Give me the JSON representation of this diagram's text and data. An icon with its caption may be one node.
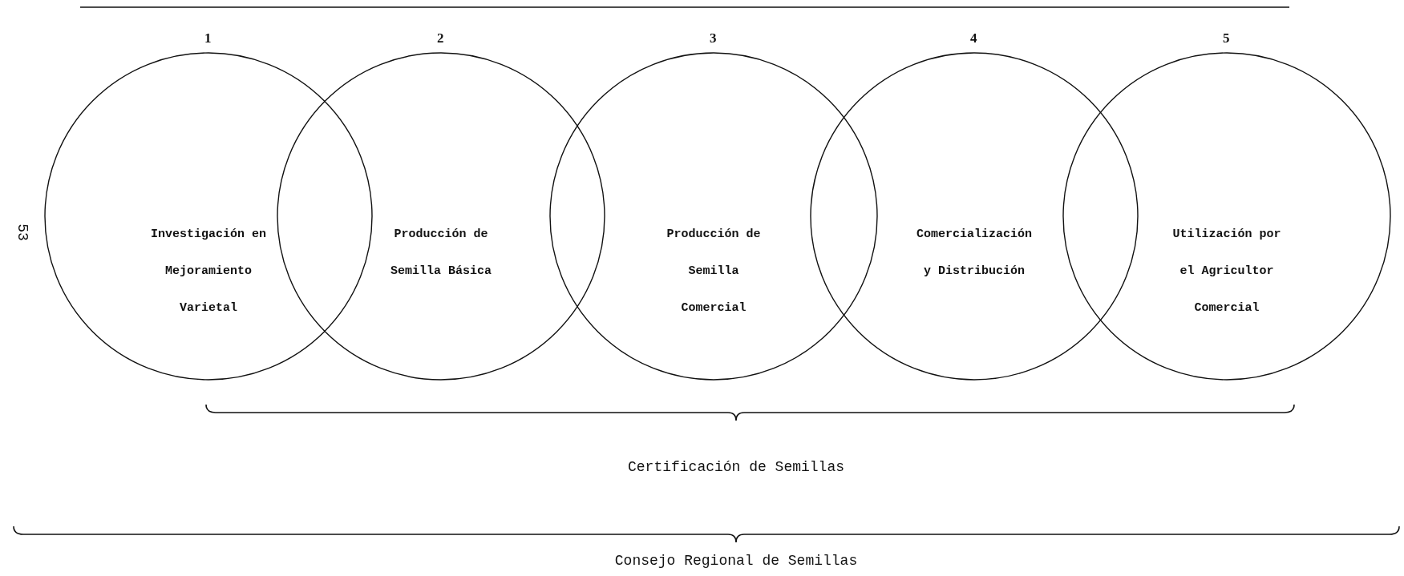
{
  "diagram": {
    "nodes": [
      {
        "text": [
          "Investigación en Mejoramiento Varietal"
        ],
        "beside": [
          "1"
        ]
      },
      {
        "text": [
          "Producción de Semilla Básica"
        ],
        "beside": [
          "2"
        ]
      },
      {
        "text": [
          "Producción de Semilla Comercial"
        ],
        "beside": [
          "3"
        ]
      },
      {
        "text": [
          "Comercialización y Distribución"
        ],
        "beside": [
          "4"
        ]
      },
      {
        "text": [
          "Utilización por el Agricultor Comercial"
        ],
        "beside": [
          "5"
        ]
      }
    ],
    "labels": [
      "53",
      "Certificación de Semillas",
      "Consejo Regional de Semillas"
    ]
  }
}
